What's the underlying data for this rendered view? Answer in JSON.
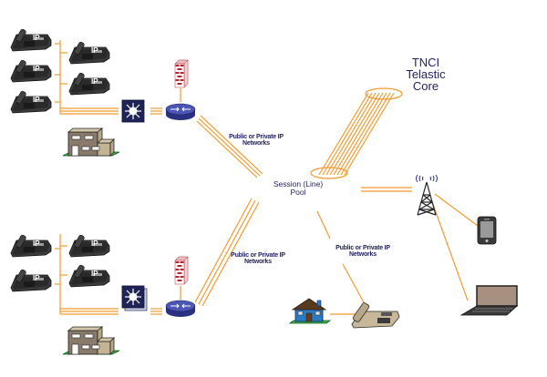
{
  "title": "TNCI Telastic Core network diagram",
  "colors": {
    "link": "#f39a2e",
    "text": "#1f1f5e",
    "phone_body": "#2e2e2e",
    "switch": "#1f2357",
    "router": "#2b3180",
    "firewall": "#b5272e",
    "building": "#8a7a6b",
    "grass": "#3cb44a",
    "house": "#2a7ac4",
    "house_roof": "#5a3a1e",
    "desk_phone": "#c8b89a",
    "laptop_screen": "#a89080"
  },
  "labels": {
    "core_line1": "TNCI",
    "core_line2": "Telastic",
    "core_line3": "Core",
    "pool_line1": "Session (Line)",
    "pool_line2": "Pool",
    "net_upper_line1": "Public or Private IP",
    "net_upper_line2": "Networks",
    "net_lower_line1": "Public or Private IP",
    "net_lower_line2": "Networks",
    "net_right_line1": "Public or Private IP",
    "net_right_line2": "Networks",
    "ip_badge": "IP"
  },
  "sites": [
    {
      "name": "site-upper",
      "ip_phones": 5
    },
    {
      "name": "site-lower",
      "ip_phones": 4
    }
  ],
  "endpoints": [
    "home",
    "desk-phone",
    "cell-tower",
    "mobile-phone",
    "laptop"
  ]
}
